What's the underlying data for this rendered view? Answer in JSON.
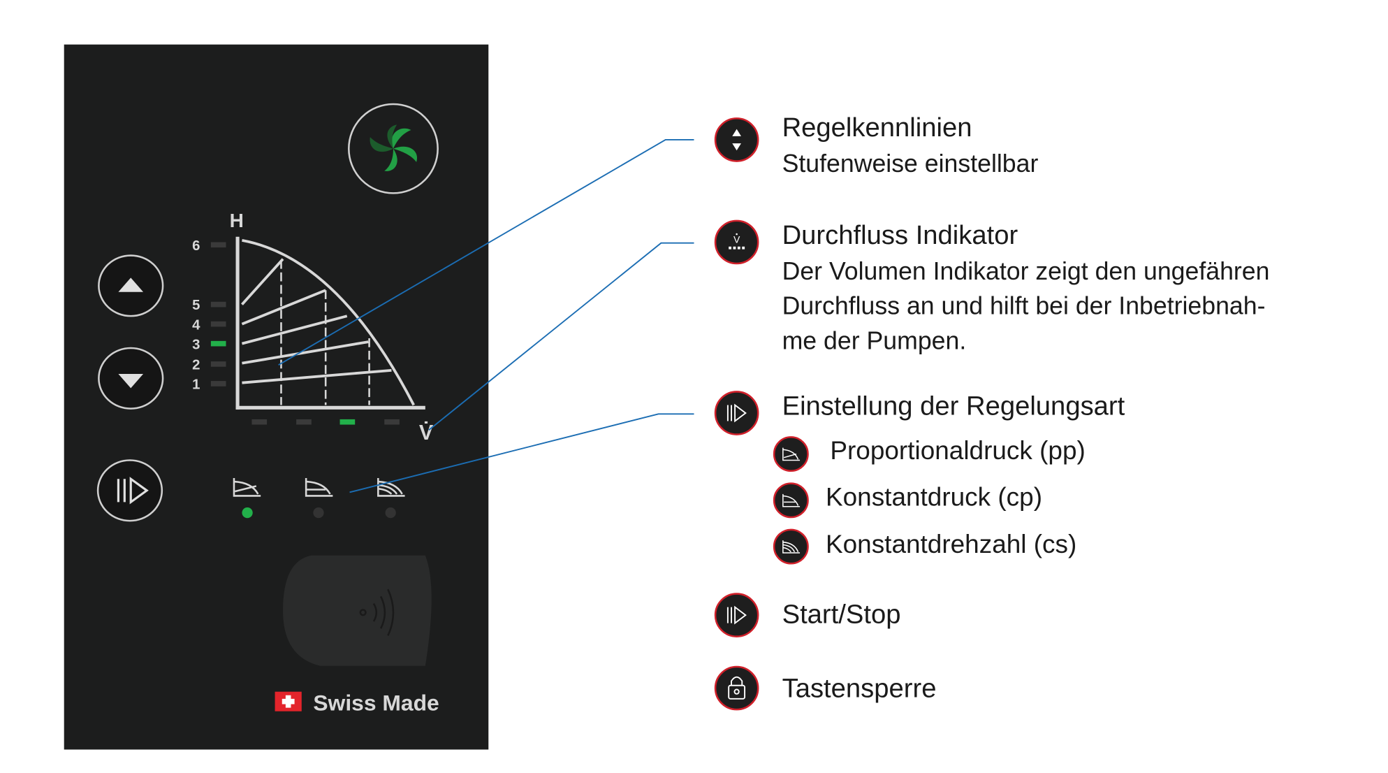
{
  "panel": {
    "axis_h": "H",
    "axis_v": "V̇",
    "levels": [
      "6",
      "5",
      "4",
      "3",
      "2",
      "1"
    ],
    "active_level": 3,
    "active_flow_segment": 3,
    "active_mode": "pp",
    "brand_text": "Swiss Made",
    "colors": {
      "panel": "#1c1d1d",
      "led_on": "#22b04a",
      "led_off": "#3a3a3a",
      "callout": "#1b6db3",
      "ring": "#d0202a"
    }
  },
  "legend": {
    "regel": {
      "title": "Regelkennlinien",
      "desc": "Stufenweise einstellbar"
    },
    "durchfluss": {
      "title": "Durchfluss Indikator",
      "lines": [
        "Der Volumen Indikator zeigt den ungefähren",
        "Durchfluss an und hilft bei der Inbetriebnah-",
        "me der Pumpen."
      ]
    },
    "regelungsart": {
      "title": "Einstellung der Regelungsart",
      "options": [
        "Proportionaldruck (pp)",
        "Konstantdruck (cp)",
        "Konstantdrehzahl (cs)"
      ]
    },
    "startstop": {
      "title": "Start/Stop"
    },
    "sperre": {
      "title": "Tastensperre"
    }
  }
}
